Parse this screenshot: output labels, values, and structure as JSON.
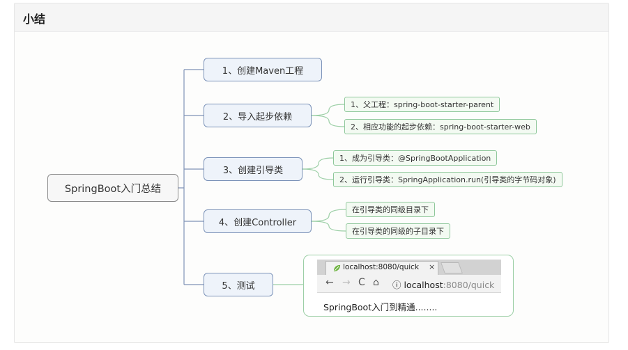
{
  "section": {
    "title": "小结"
  },
  "diagram": {
    "root": "SpringBoot入门总结",
    "steps": [
      {
        "label": "1、创建Maven工程",
        "children": []
      },
      {
        "label": "2、导入起步依赖",
        "children": [
          "1、父工程：spring-boot-starter-parent",
          "2、相应功能的起步依赖：spring-boot-starter-web"
        ]
      },
      {
        "label": "3、创建引导类",
        "children": [
          "1、成为引导类：@SpringBootApplication",
          "2、运行引导类：SpringApplication.run(引导类的字节码对象)"
        ]
      },
      {
        "label": "4、创建Controller",
        "children": [
          "在引导类的同级目录下",
          "在引导类的同级的子目录下"
        ]
      },
      {
        "label": "5、测试",
        "children": []
      }
    ]
  },
  "browser": {
    "tab_title": "localhost:8080/quick",
    "tab_close": "×",
    "back": "←",
    "forward": "→",
    "reload": "C",
    "home": "⌂",
    "info_icon": "ⓘ",
    "address_host": "localhost",
    "address_rest": ":8080/quick",
    "page_text": "SpringBoot入门到精通........"
  },
  "colors": {
    "step_border": "#7b92b8",
    "step_fill": "#eef3fa",
    "leaf_border": "#8ec79a",
    "leaf_fill": "#f3faf2",
    "connector": "#7f93b6"
  },
  "icons": {
    "favicon": "spring-leaf-icon"
  }
}
